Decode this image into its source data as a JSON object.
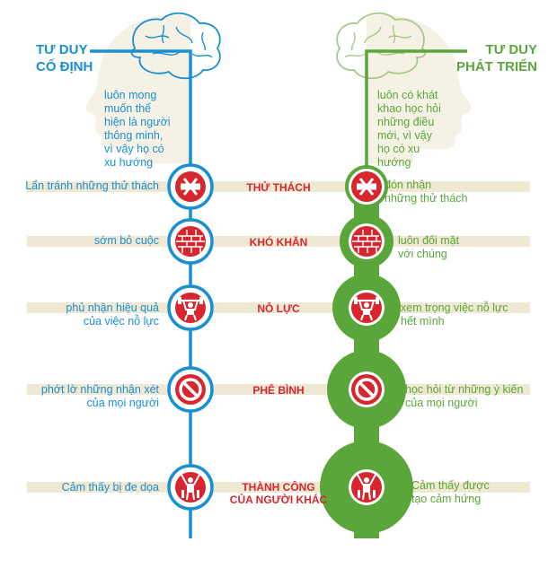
{
  "left": {
    "title_line1": "TƯ DUY",
    "title_line2": "CỐ ĐỊNH",
    "intro": [
      "luôn mong",
      "muốn thể",
      "hiện là người",
      "thông minh,",
      "vì vậy họ có",
      "xu hướng"
    ],
    "rows": [
      [
        "Lẩn tránh những thử thách"
      ],
      [
        "sớm bỏ cuộc"
      ],
      [
        "phủ nhận hiệu quả",
        "của việc nỗ lực"
      ],
      [
        "phớt lờ những nhận xét",
        "của mọi người"
      ],
      [
        "Cảm thấy bị đe dọa"
      ]
    ]
  },
  "right": {
    "title_line1": "TƯ DUY",
    "title_line2": "PHÁT TRIỂN",
    "intro": [
      "luôn có khát",
      "khao học hỏi",
      "những điều",
      "mới, vì vậy",
      "họ có xu",
      "hướng"
    ],
    "rows": [
      [
        "đón nhận",
        "những thử thách"
      ],
      [
        "luôn đối mặt",
        "với chúng"
      ],
      [
        "xem trọng việc nỗ lực",
        "hết mình"
      ],
      [
        "học hỏi từ những ý kiến",
        "của mọi người"
      ],
      [
        "Cảm thấy được",
        "tạo cảm hứng"
      ]
    ]
  },
  "center": {
    "rows": [
      [
        "THỬ THÁCH"
      ],
      [
        "KHÓ KHĂN"
      ],
      [
        "NỖ LỰC"
      ],
      [
        "PHÊ BÌNH"
      ],
      [
        "THÀNH CÔNG",
        "CỦA NGƯỜI KHÁC"
      ]
    ]
  },
  "icons": [
    "no-entry-icon",
    "brick-wall-icon",
    "weightlifter-icon",
    "prohibited-icon",
    "celebrating-person-icon"
  ],
  "colors": {
    "fixed": "#1a8fd1",
    "growth": "#5aa63a",
    "accent": "#d7262e",
    "head": "#ece6cf",
    "band": "#efe8d2"
  }
}
